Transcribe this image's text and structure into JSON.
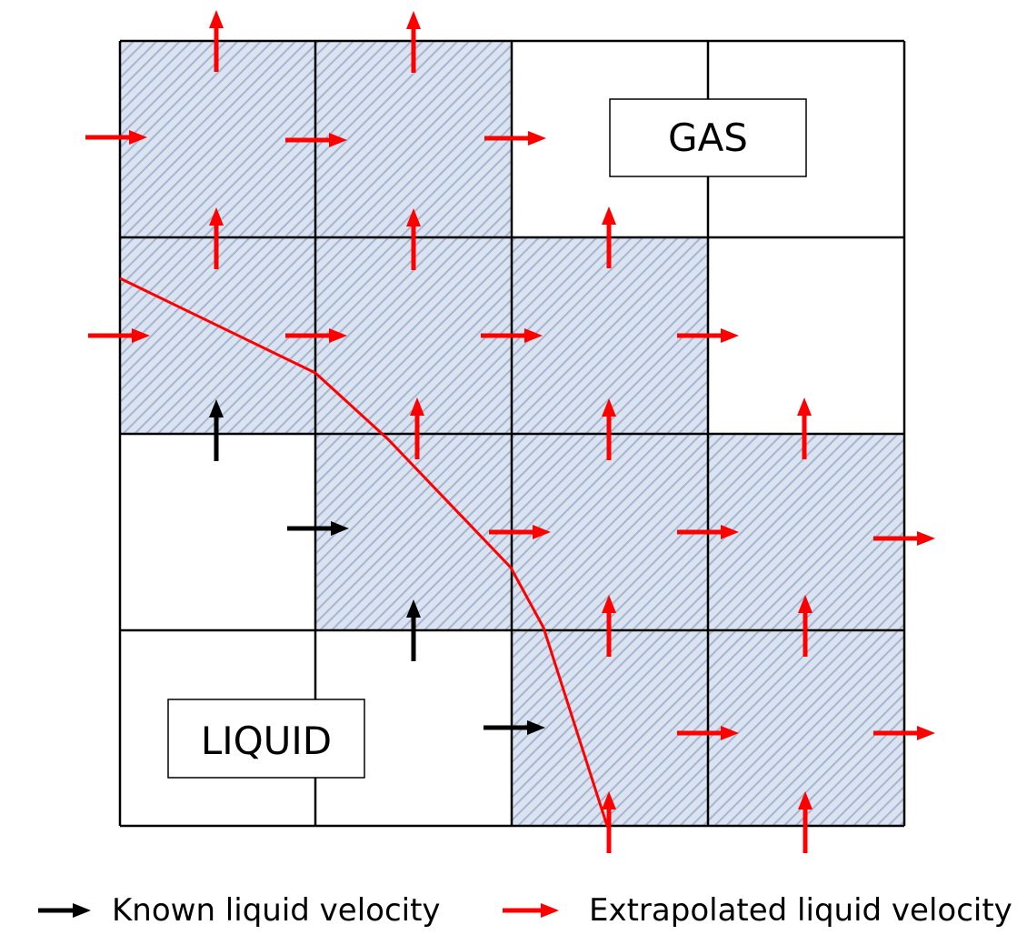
{
  "labels": {
    "gas": "GAS",
    "liquid": "LIQUID"
  },
  "legend": {
    "known": "Known liquid velocity",
    "extrapolated": "Extrapolated liquid velocity"
  },
  "colors": {
    "known_arrow": "#000000",
    "extrapolated_arrow": "#ff0000",
    "interface_line": "#ff0000",
    "hatch_fill": "#c9d4e6",
    "hatch_stripe": "#9fb3d0",
    "grid_line": "#000000"
  },
  "grid": {
    "rows": 4,
    "cols": 4,
    "hatched_cells": [
      [
        0,
        0
      ],
      [
        0,
        1
      ],
      [
        1,
        0
      ],
      [
        1,
        1
      ],
      [
        1,
        2
      ],
      [
        2,
        1
      ],
      [
        2,
        2
      ],
      [
        2,
        3
      ],
      [
        3,
        2
      ],
      [
        3,
        3
      ]
    ]
  }
}
